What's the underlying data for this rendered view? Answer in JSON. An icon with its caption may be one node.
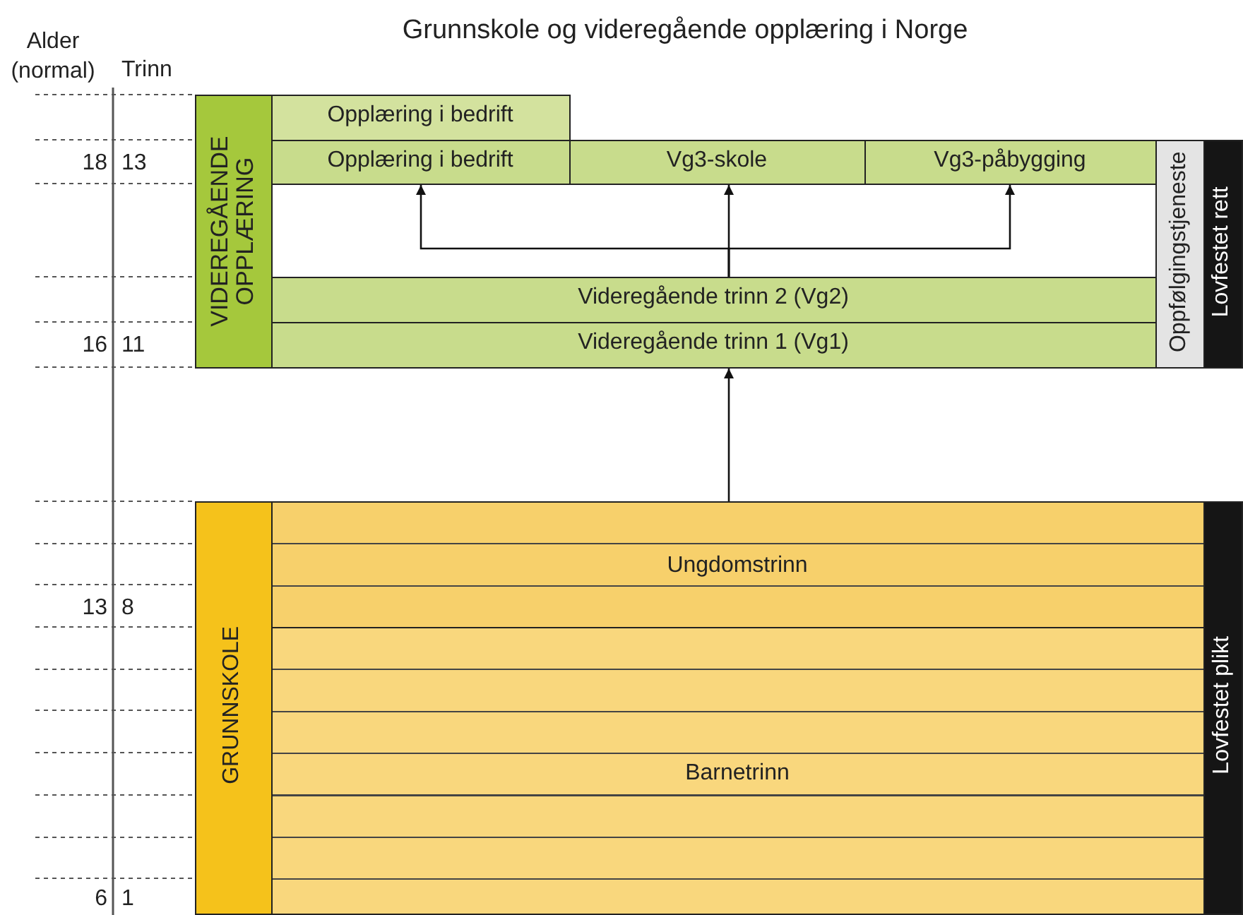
{
  "diagram": {
    "title": "Grunnskole og videregående opplæring i Norge",
    "nodes": [
      {
        "text": [
          "VIDEREGÅENDE OPPLÆRING"
        ]
      },
      {
        "text": [
          "Opplæring i bedrift"
        ]
      },
      {
        "text": [
          "Opplæring i bedrift"
        ]
      },
      {
        "text": [
          "Vg3-skole"
        ]
      },
      {
        "text": [
          "Vg3-påbygging"
        ]
      },
      {
        "text": [
          "Videregående trinn 2 (Vg2)"
        ]
      },
      {
        "text": [
          "Videregående trinn 1 (Vg1)"
        ]
      },
      {
        "text": [
          "Oppfølgingstjeneste"
        ]
      },
      {
        "text": [
          "Lovfestet rett"
        ]
      },
      {
        "text": [
          "GRUNNSKOLE"
        ]
      },
      {
        "text": [
          "Ungdomstrinn"
        ]
      },
      {
        "text": [
          "Barnetrinn"
        ]
      },
      {
        "text": [
          "Lovfestet plikt"
        ]
      }
    ],
    "edges": [
      {
        "from": 5,
        "to": 2,
        "arrow": "to"
      },
      {
        "from": 5,
        "to": 3,
        "arrow": "to"
      },
      {
        "from": 5,
        "to": 4,
        "arrow": "to"
      },
      {
        "from": 10,
        "to": 6,
        "arrow": "to"
      }
    ],
    "labels": [
      "Alder (normal)",
      "Trinn",
      "18",
      "13",
      "16",
      "11",
      "13",
      "8",
      "6",
      "1"
    ]
  }
}
